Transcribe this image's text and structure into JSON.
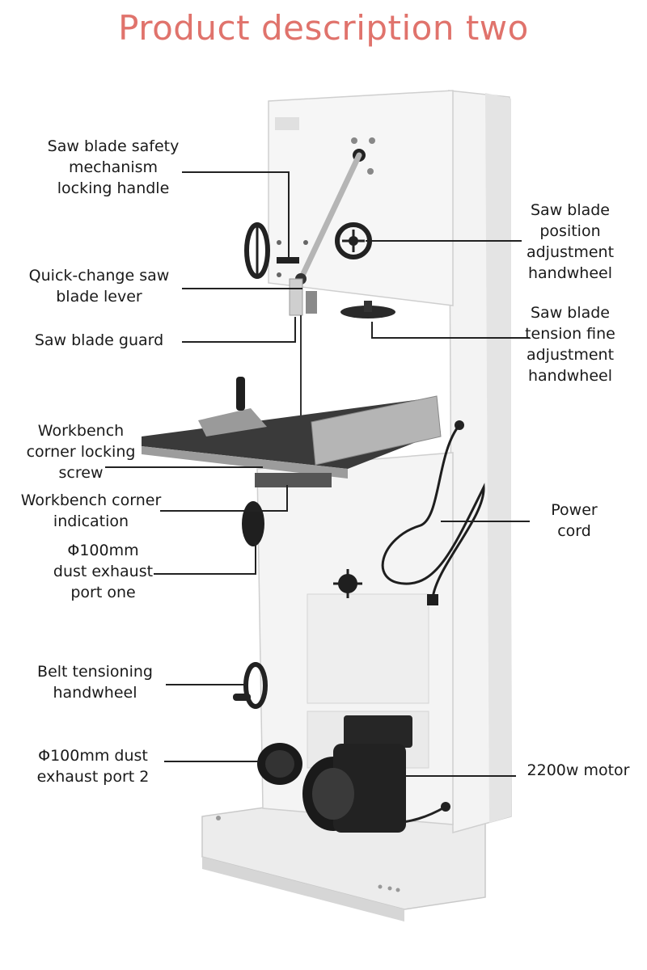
{
  "page": {
    "title": "Product description two",
    "title_color": "#e0736c"
  },
  "callouts": {
    "safety_handle": "Saw blade safety\nmechanism\nlocking handle",
    "quick_change": "Quick-change saw\nblade lever",
    "blade_guard": "Saw blade guard",
    "corner_screw": "Workbench\ncorner locking\nscrew",
    "corner_indication": "Workbench corner\nindication",
    "dust_port_one": "Φ100mm\ndust exhaust\nport one",
    "belt_handwheel": "Belt tensioning\nhandwheel",
    "dust_port_two": "Φ100mm dust\nexhaust port 2",
    "position_handwheel": "Saw blade\nposition\nadjustment\nhandwheel",
    "tension_handwheel": "Saw blade\ntension fine\nadjustment\nhandwheel",
    "power_cord": "Power\ncord",
    "motor": "2200w motor"
  }
}
